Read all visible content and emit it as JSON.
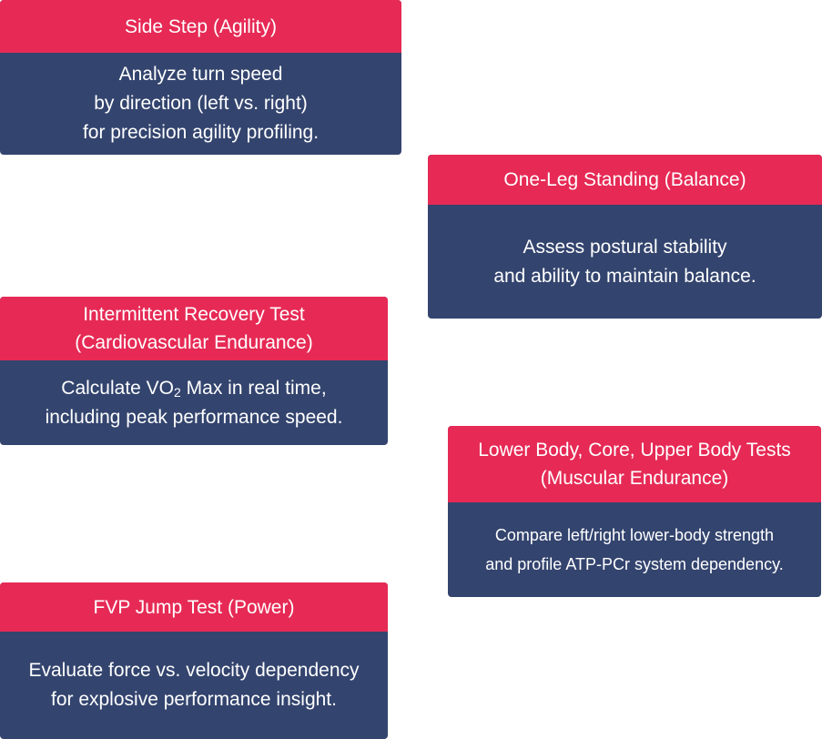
{
  "cards": [
    {
      "title_lines": [
        "Side Step (Agility)"
      ],
      "body_lines": [
        "Analyze turn speed",
        "by direction (left vs. right)",
        "for precision agility profiling."
      ]
    },
    {
      "title_lines": [
        "One-Leg Standing (Balance)"
      ],
      "body_lines": [
        "Assess postural stability",
        "and ability to maintain balance."
      ]
    },
    {
      "title_lines": [
        "Intermittent Recovery Test",
        "(Cardiovascular Endurance)"
      ],
      "body_line1_pre": "Calculate VO",
      "body_line1_sub": "2",
      "body_line1_post": " Max in real time,",
      "body_line2": "including peak performance speed."
    },
    {
      "title_lines": [
        "Lower Body, Core, Upper Body Tests",
        "(Muscular Endurance)"
      ],
      "body_lines": [
        "Compare left/right lower-body strength",
        "and profile ATP-PCr system dependency."
      ]
    },
    {
      "title_lines": [
        "FVP Jump Test (Power)"
      ],
      "body_lines": [
        "Evaluate force vs. velocity dependency",
        "for explosive performance insight."
      ]
    }
  ]
}
